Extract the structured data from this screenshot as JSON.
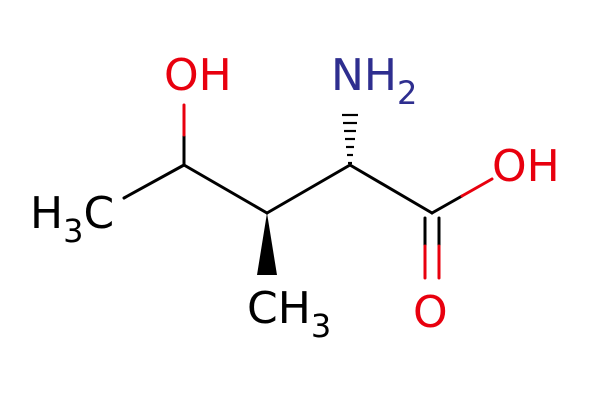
{
  "molecule": {
    "atoms": {
      "oh_hydroxyl": {
        "symbol": "OH",
        "color": "#e8000e"
      },
      "nh2": {
        "symbol": "NH",
        "sub": "2",
        "color": "#2e2e8f"
      },
      "oh_acid": {
        "symbol": "OH",
        "color": "#e8000e"
      },
      "o_carbonyl": {
        "symbol": "O",
        "color": "#e8000e"
      },
      "ch3_left": {
        "prefix": "H",
        "sub": "3",
        "suffix": "C",
        "color": "#000000"
      },
      "ch3_bottom": {
        "symbol": "CH",
        "sub": "3",
        "color": "#000000"
      }
    },
    "colors": {
      "bond": "#000000",
      "oxygen": "#e8000e",
      "nitrogen": "#2e2e8f"
    }
  }
}
